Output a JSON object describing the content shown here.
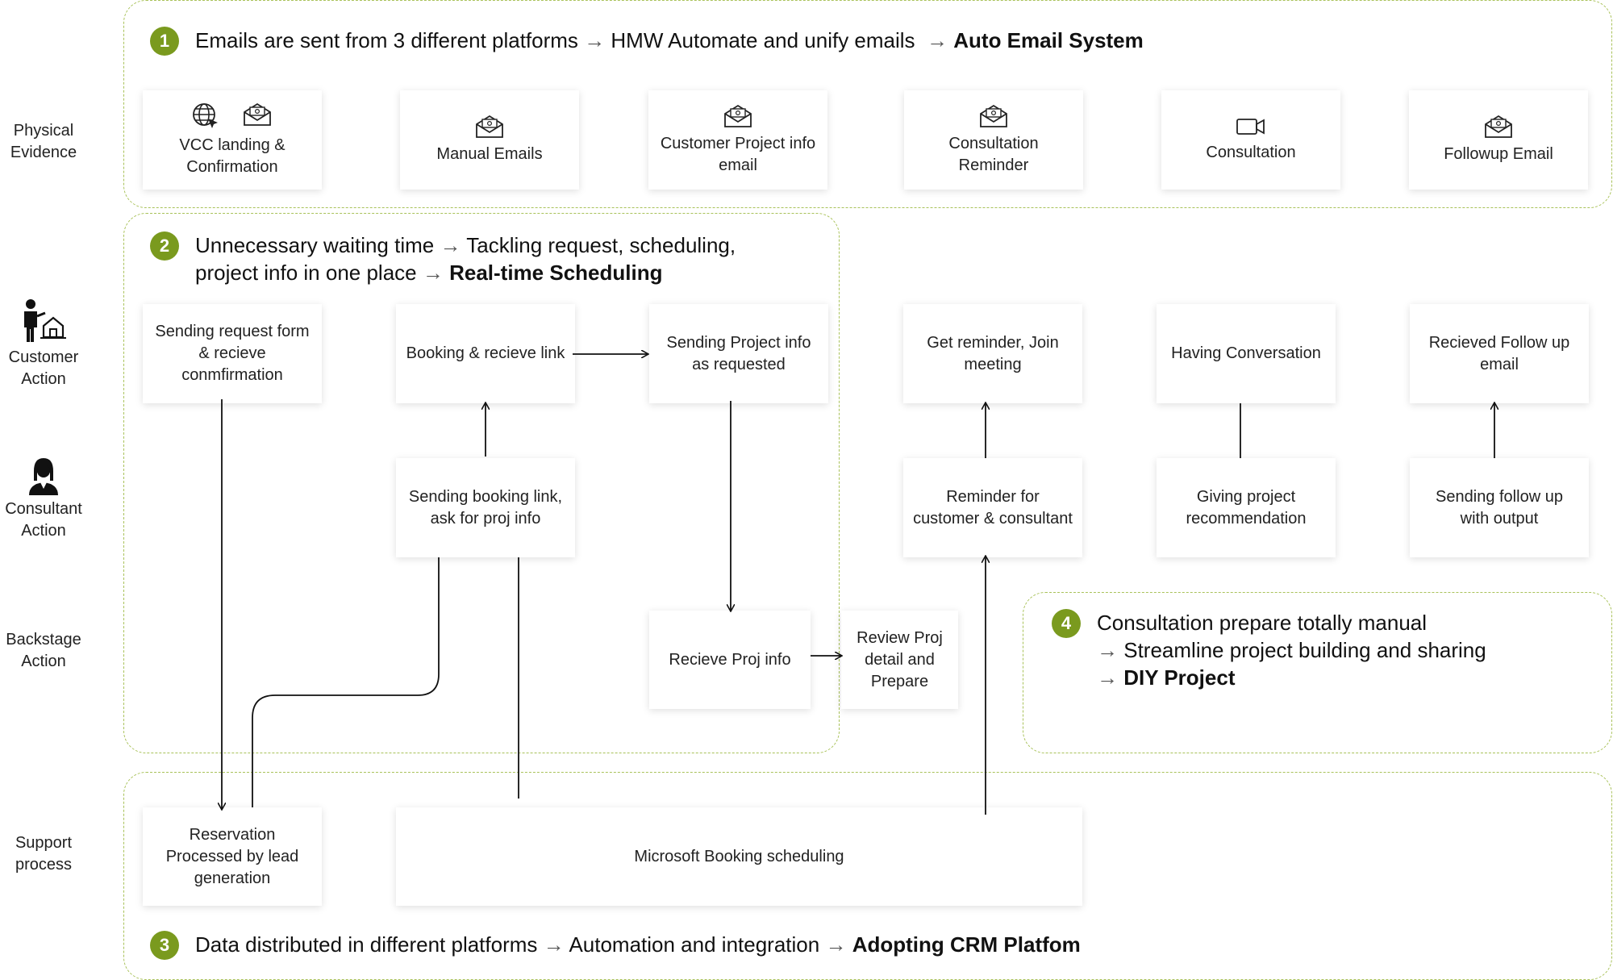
{
  "lanes": {
    "physical": "Physical Evidence",
    "customer": "Customer Action",
    "consultant": "Consultant Action",
    "backstage": "Backstage Action",
    "support": "Support process"
  },
  "insights": {
    "i1": {
      "num": "1",
      "problem": "Emails are sent from 3 different platforms",
      "solution": "HMW Automate and unify emails",
      "result": "Auto Email System"
    },
    "i2": {
      "num": "2",
      "problem": "Unnecessary waiting time",
      "solution_1": "Tackling request, scheduling,",
      "solution_2": "project info in one place",
      "result": "Real-time Scheduling"
    },
    "i3": {
      "num": "3",
      "problem": "Data distributed in different platforms",
      "solution": "Automation and integration",
      "result": "Adopting CRM Platfom"
    },
    "i4": {
      "num": "4",
      "problem": "Consultation prepare totally manual",
      "solution": "Streamline project building and sharing",
      "result": "DIY Project"
    }
  },
  "arrow_symbol": "→",
  "physical_evidence": [
    {
      "label": "VCC landing & Confirmation",
      "icons": [
        "globe-cursor-icon",
        "email-icon"
      ]
    },
    {
      "label": "Manual Emails",
      "icons": [
        "email-icon"
      ]
    },
    {
      "label": "Customer Project info email",
      "icons": [
        "email-icon"
      ]
    },
    {
      "label": "Consultation Reminder",
      "icons": [
        "email-icon"
      ]
    },
    {
      "label": "Consultation",
      "icons": [
        "video-camera-icon"
      ]
    },
    {
      "label": "Followup Email",
      "icons": [
        "email-icon"
      ]
    }
  ],
  "customer_actions": [
    "Sending request form & recieve conmfirmation",
    "Booking &  recieve link",
    "Sending Project info as requested",
    "Get reminder, Join meeting",
    "Having Conversation",
    "Recieved Follow up email"
  ],
  "consultant_actions": [
    "Sending booking link, ask for proj info",
    "Reminder for customer & consultant",
    "Giving project recommendation",
    "Sending follow up with output"
  ],
  "backstage_actions": [
    "Recieve Proj info",
    "Review Proj detail and Prepare"
  ],
  "support_processes": [
    "Reservation Processed by lead generation",
    "Microsoft Booking scheduling"
  ],
  "colors": {
    "accent": "#7a9a1e",
    "dashed_border": "#a9c25a",
    "text": "#222222"
  }
}
